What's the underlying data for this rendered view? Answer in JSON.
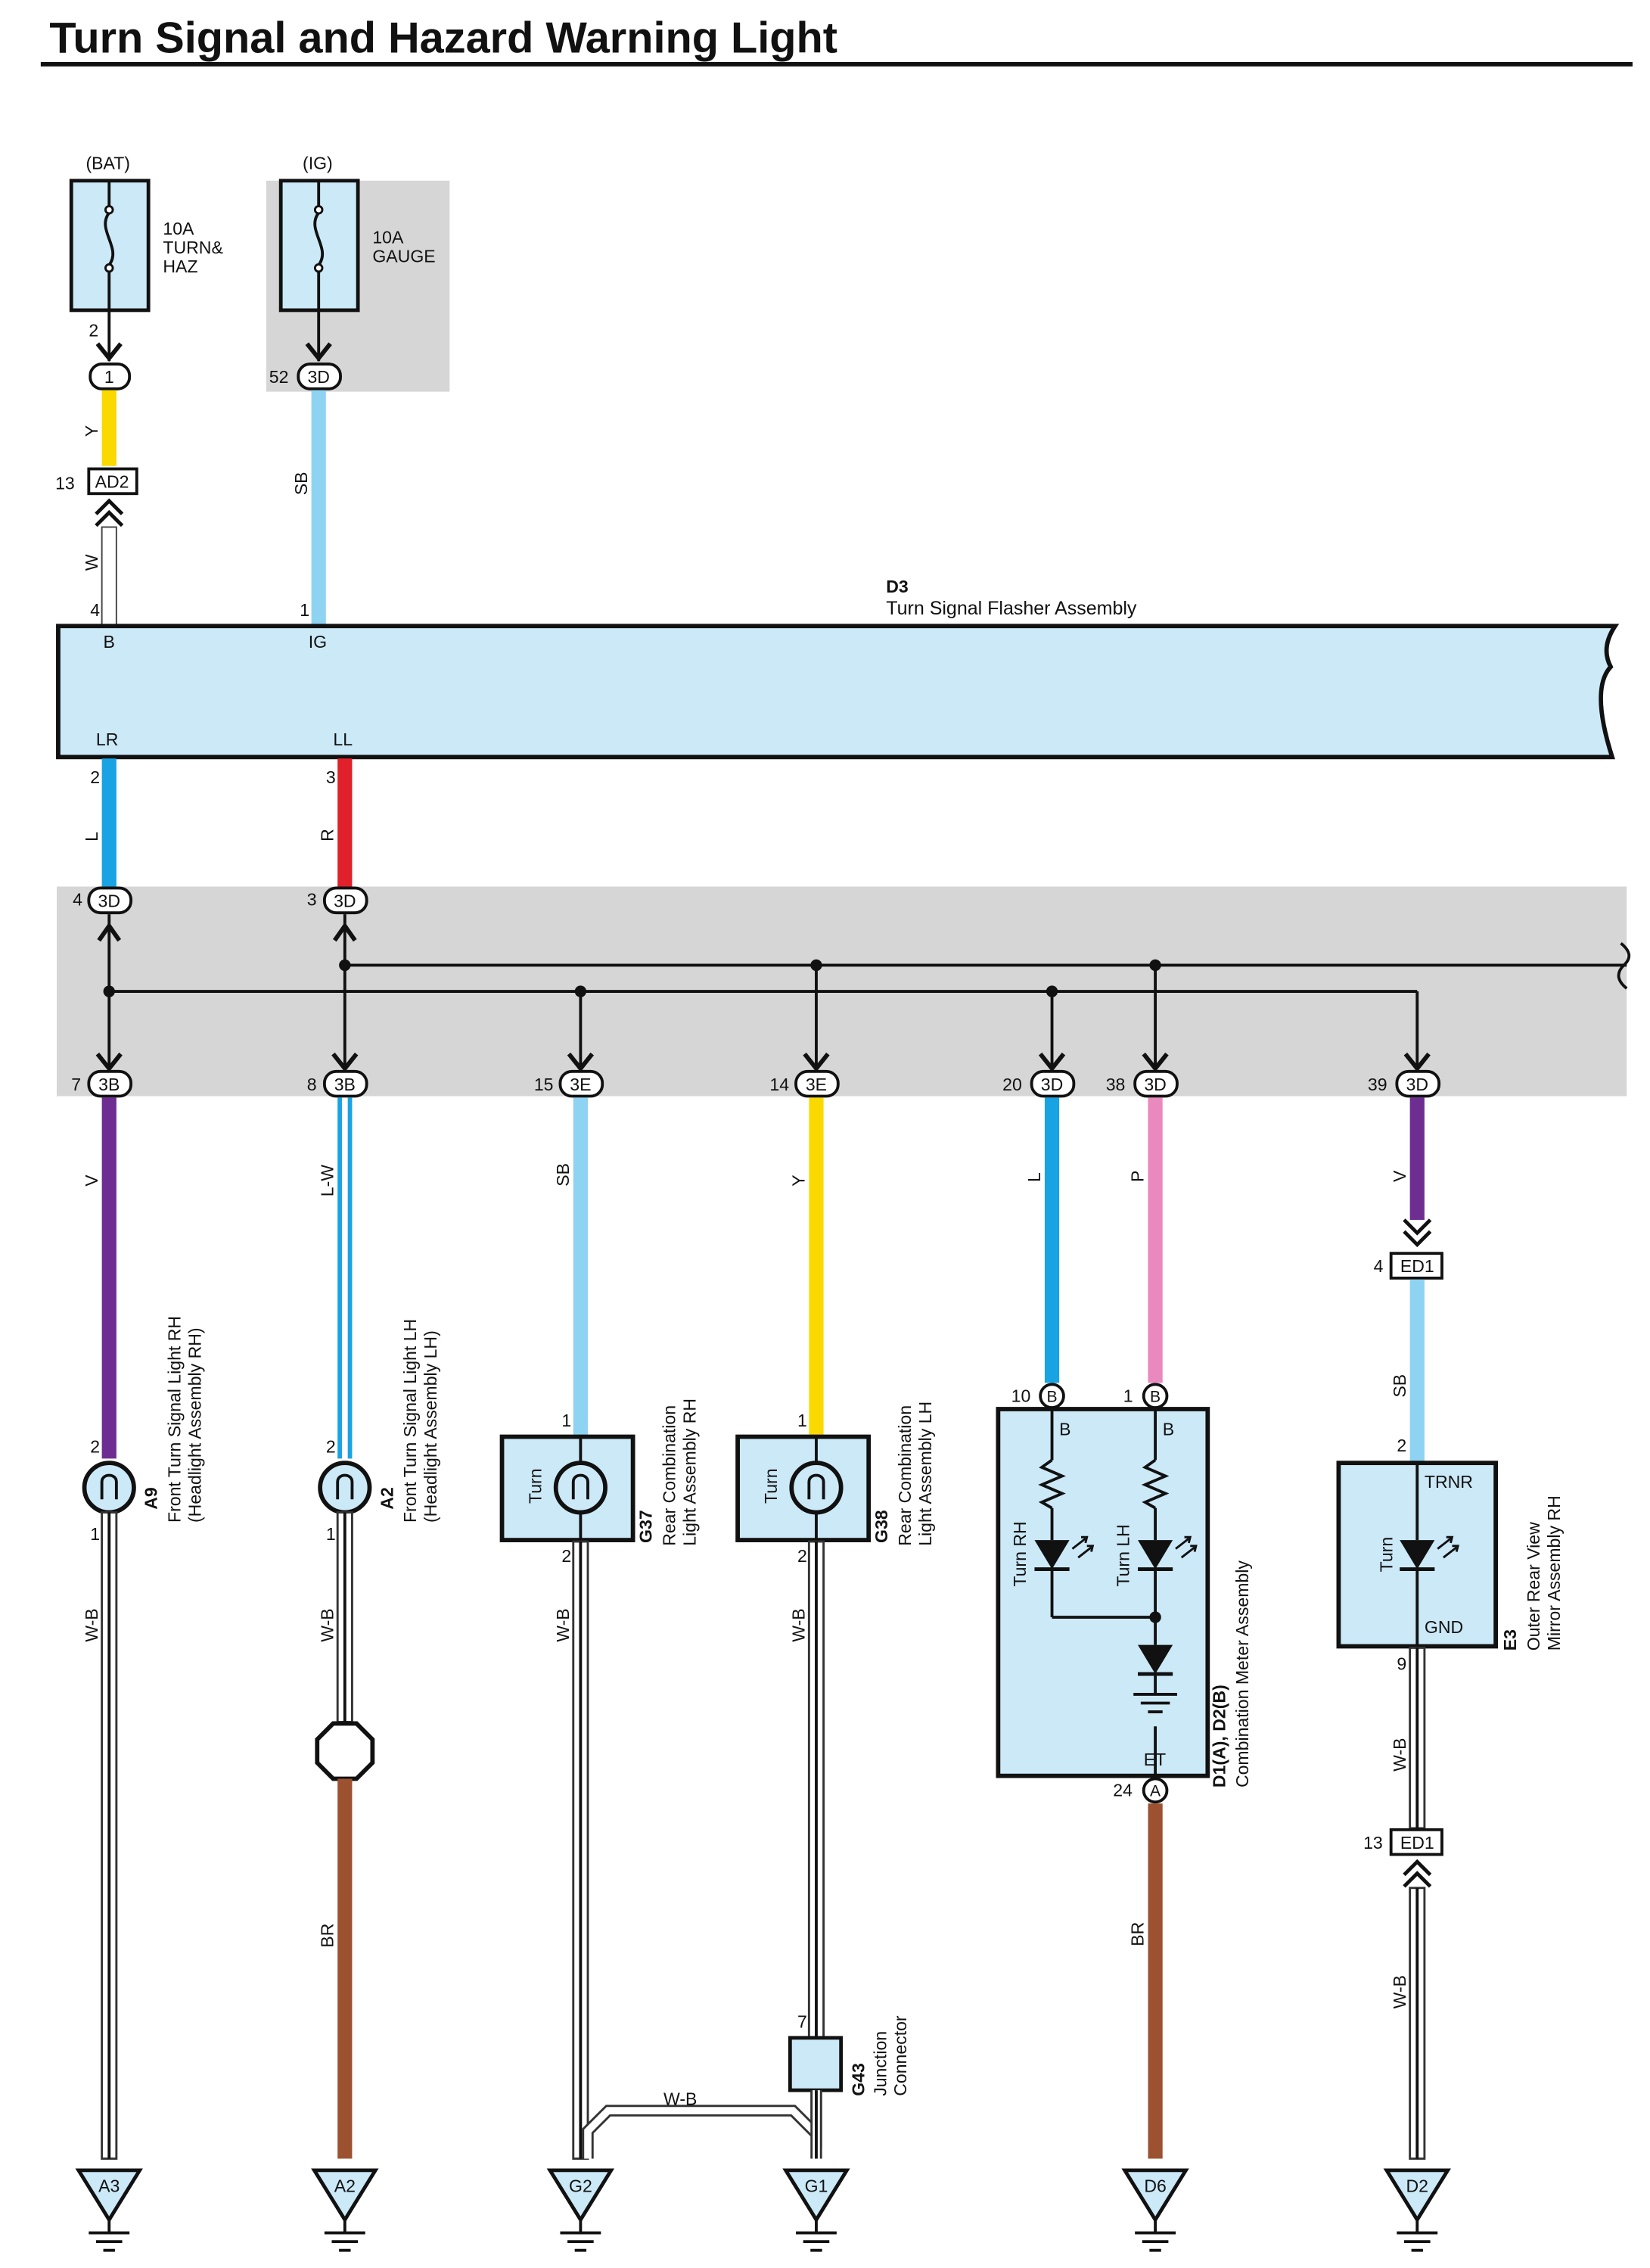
{
  "title": "Turn Signal and Hazard Warning Light",
  "colors": {
    "Y": "#f9d900",
    "W": "#ffffff",
    "SB": "#8fd3f2",
    "L": "#1aa3e2",
    "R": "#e0202a",
    "V": "#6e2e91",
    "L-W": "#1aa3e2",
    "P": "#e989bd",
    "BR": "#9c5230",
    "W-B": "#ffffff",
    "box_fill": "#cce9f8",
    "shade": "#d6d6d6"
  },
  "fuses": [
    {
      "source": "(BAT)",
      "rating": "10A",
      "name_lines": [
        "TURN&",
        "HAZ"
      ],
      "out_pin": "2",
      "connector": "1",
      "wire": "Y",
      "icon": "fuse-icon"
    },
    {
      "source": "(IG)",
      "rating": "10A",
      "name_lines": [
        "GAUGE"
      ],
      "out_pin": "52",
      "connector": "3D",
      "wire": "SB",
      "icon": "fuse-icon"
    }
  ],
  "bat_path": {
    "pin": "13",
    "connector": "AD2",
    "wire": "W",
    "flasher_pin": "4"
  },
  "ig_path": {
    "flasher_pin": "1"
  },
  "flasher": {
    "id": "D3",
    "name": "Turn Signal Flasher Assembly",
    "terminals": [
      "B",
      "IG",
      "LR",
      "LL"
    ],
    "out_pins": [
      "2",
      "3"
    ],
    "out_wires": [
      "L",
      "R"
    ]
  },
  "junction_top": [
    {
      "pin": "4",
      "connector": "3D"
    },
    {
      "pin": "3",
      "connector": "3D"
    }
  ],
  "branches": [
    {
      "pin": "7",
      "connector": "3B",
      "wire": "V"
    },
    {
      "pin": "8",
      "connector": "3B",
      "wire": "L-W"
    },
    {
      "pin": "15",
      "connector": "3E",
      "wire": "SB"
    },
    {
      "pin": "14",
      "connector": "3E",
      "wire": "Y"
    },
    {
      "pin": "20",
      "connector": "3D",
      "wire": "L"
    },
    {
      "pin": "38",
      "connector": "3D",
      "wire": "P"
    },
    {
      "pin": "39",
      "connector": "3D",
      "wire": "V"
    }
  ],
  "components": {
    "a9": {
      "id": "A9",
      "lines": [
        "Front Turn Signal Light RH",
        "(Headlight Assembly RH)"
      ],
      "pin_in": "2",
      "pin_out": "1",
      "icon": "bulb-icon"
    },
    "a2": {
      "id": "A2",
      "lines": [
        "Front Turn Signal Light LH",
        "(Headlight Assembly LH)"
      ],
      "pin_in": "2",
      "pin_out": "1",
      "icon": "bulb-icon"
    },
    "g37": {
      "id": "G37",
      "lines": [
        "Rear Combination",
        "Light Assembly RH"
      ],
      "label": "Turn",
      "pin_in": "1",
      "pin_out": "2",
      "icon": "bulb-icon"
    },
    "g38": {
      "id": "G38",
      "lines": [
        "Rear Combination",
        "Light Assembly LH"
      ],
      "label": "Turn",
      "pin_in": "1",
      "pin_out": "2",
      "icon": "bulb-icon"
    },
    "meter": {
      "id": "D1(A), D2(B)",
      "name": "Combination Meter Assembly",
      "pin_rh": "10",
      "conn_rh": "B",
      "pin_lh": "1",
      "conn_lh": "B",
      "term_rh": "B",
      "term_lh": "B",
      "label_rh": "Turn RH",
      "label_lh": "Turn LH",
      "et": "ET",
      "pin_et": "24",
      "conn_et": "A",
      "icon": "led-icon"
    },
    "mirror": {
      "id": "E3",
      "lines": [
        "Outer Rear View",
        "Mirror Assembly RH"
      ],
      "trnr": "TRNR",
      "gnd": "GND",
      "label": "Turn",
      "pin_in": "2",
      "pin_out": "9",
      "icon": "led-icon"
    },
    "junction": {
      "id": "G43",
      "lines": [
        "Junction",
        "Connector"
      ],
      "pin": "7"
    }
  },
  "ed1_top": {
    "pin": "4",
    "connector": "ED1",
    "wire_below": "SB"
  },
  "ed1_bottom": {
    "pin": "13",
    "connector": "ED1",
    "wire_above": "W-B",
    "wire_below": "W-B"
  },
  "wire_labels": {
    "a9_ground": "W-B",
    "a2_upper": "W-B",
    "a2_lower": "BR",
    "g37_ground": "W-B",
    "g38_ground": "W-B",
    "g_bridge": "W-B",
    "meter_ground": "BR"
  },
  "grounds": [
    "A3",
    "A2",
    "G2",
    "G1",
    "D6",
    "D2"
  ]
}
